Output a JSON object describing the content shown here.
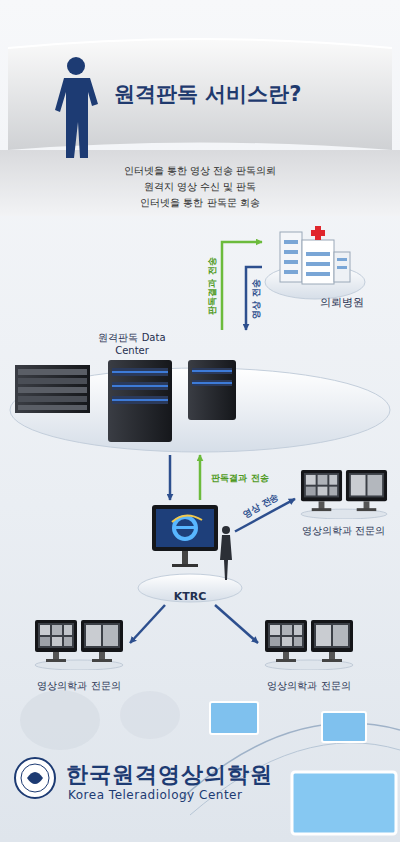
{
  "diagram": {
    "title": "원격판독 서비스란?",
    "nodes": [
      {
        "text": [
          "의뢰병원"
        ]
      },
      {
        "text": [
          "원격판독 Data Center"
        ]
      },
      {
        "text": [
          "KTRC"
        ]
      },
      {
        "text": [
          "영상의학과 전문의"
        ]
      },
      {
        "text": [
          "영상의학과 전문의"
        ]
      },
      {
        "text": [
          "엉상의학과 전문의"
        ]
      }
    ],
    "edges": [
      {
        "from": 0,
        "to": 1,
        "label": "영상 전송",
        "arrow": "to"
      },
      {
        "from": 1,
        "to": 0,
        "label": "판독결과 전송",
        "arrow": "to"
      },
      {
        "from": 1,
        "to": 2,
        "arrow": "to"
      },
      {
        "from": 2,
        "to": 1,
        "label": "판독결과 전송",
        "arrow": "to"
      },
      {
        "from": 2,
        "to": 3,
        "label": "영상 전송",
        "arrow": "to"
      },
      {
        "from": 2,
        "to": 4,
        "arrow": "to"
      },
      {
        "from": 2,
        "to": 5,
        "arrow": "to"
      }
    ],
    "labels": [
      "인터넷을 통한 영상 전송 판독의뢰",
      "원격지 영상 수신 및 판독",
      "인터넷을 통한 판독문 회송",
      "한국원격영상의학원",
      "Korea Teleradiology Center"
    ]
  }
}
